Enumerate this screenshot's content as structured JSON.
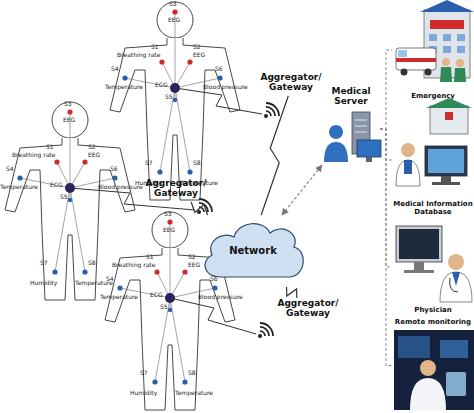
{
  "diagram": {
    "nodes": [
      {
        "text": [
          "Aggregator/ Gateway"
        ]
      },
      {
        "text": [
          "Aggregator/ Gateway"
        ]
      },
      {
        "text": [
          "Aggregator/ Gateway"
        ]
      },
      {
        "text": [
          "Network"
        ]
      },
      {
        "text": [
          "Medical Server"
        ]
      },
      {
        "text": [
          "Emergency"
        ]
      },
      {
        "text": [
          "Medical Information Database"
        ]
      },
      {
        "text": [
          "Physician"
        ]
      },
      {
        "text": [
          "Remote monitoring"
        ]
      }
    ],
    "edges": [
      {
        "from": 0,
        "to": 3,
        "arrow": "none"
      },
      {
        "from": 1,
        "to": 3,
        "arrow": "none"
      },
      {
        "from": 2,
        "to": 3,
        "arrow": "none"
      },
      {
        "from": 3,
        "to": 4,
        "arrow": "both"
      },
      {
        "from": 4,
        "to": 5,
        "arrow": "none"
      },
      {
        "from": 4,
        "to": 6,
        "arrow": "none"
      },
      {
        "from": 4,
        "to": 7,
        "arrow": "none"
      },
      {
        "from": 4,
        "to": 8,
        "arrow": "none"
      }
    ],
    "labels": [
      "S3",
      "EEG",
      "S1",
      "Breathing rate",
      "S2",
      "EEG",
      "S4",
      "Temperature",
      "S6",
      "Blood pressure",
      "ECG",
      "S5",
      "S7",
      "Humidity",
      "S8",
      "Temperature",
      "S3",
      "EEG",
      "S1",
      "Breathing rate",
      "S2",
      "EEG",
      "S4",
      "Temperature",
      "S6",
      "Blood pressure",
      "ECG",
      "S5",
      "S7",
      "Humidity",
      "S8",
      "Temperature",
      "S3",
      "EEG",
      "S1",
      "Breathing rate",
      "S2",
      "EEG",
      "S4",
      "Temperature",
      "S6",
      "Blood pressure",
      "ECG",
      "S5",
      "S7",
      "Humidity",
      "S8",
      "Temperature"
    ]
  }
}
